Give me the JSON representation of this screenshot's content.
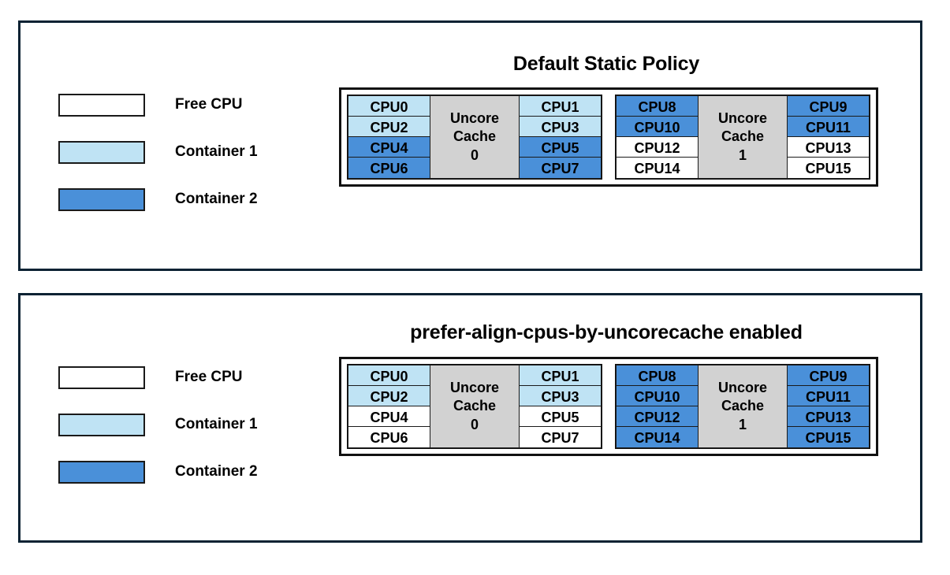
{
  "colors": {
    "free_cpu": "#ffffff",
    "container_1": "#bfe3f4",
    "container_2": "#4a90d9",
    "cache": "#d2d2d2",
    "panel_border": "#0b2233",
    "cell_border": "#1a1a1a"
  },
  "legend": {
    "items": [
      {
        "label": "Free CPU",
        "state": "free"
      },
      {
        "label": "Container 1",
        "state": "container1"
      },
      {
        "label": "Container 2",
        "state": "container2"
      }
    ]
  },
  "panels": [
    {
      "title": "Default Static Policy",
      "sockets": [
        {
          "cache_line1": "Uncore",
          "cache_line2": "Cache",
          "cache_line3": "0",
          "left_column": [
            {
              "label": "CPU0",
              "state": "container1"
            },
            {
              "label": "CPU2",
              "state": "container1"
            },
            {
              "label": "CPU4",
              "state": "container2"
            },
            {
              "label": "CPU6",
              "state": "container2"
            }
          ],
          "right_column": [
            {
              "label": "CPU1",
              "state": "container1"
            },
            {
              "label": "CPU3",
              "state": "container1"
            },
            {
              "label": "CPU5",
              "state": "container2"
            },
            {
              "label": "CPU7",
              "state": "container2"
            }
          ]
        },
        {
          "cache_line1": "Uncore",
          "cache_line2": "Cache",
          "cache_line3": "1",
          "left_column": [
            {
              "label": "CPU8",
              "state": "container2"
            },
            {
              "label": "CPU10",
              "state": "container2"
            },
            {
              "label": "CPU12",
              "state": "free"
            },
            {
              "label": "CPU14",
              "state": "free"
            }
          ],
          "right_column": [
            {
              "label": "CPU9",
              "state": "container2"
            },
            {
              "label": "CPU11",
              "state": "container2"
            },
            {
              "label": "CPU13",
              "state": "free"
            },
            {
              "label": "CPU15",
              "state": "free"
            }
          ]
        }
      ]
    },
    {
      "title": "prefer-align-cpus-by-uncorecache enabled",
      "sockets": [
        {
          "cache_line1": "Uncore",
          "cache_line2": "Cache",
          "cache_line3": "0",
          "left_column": [
            {
              "label": "CPU0",
              "state": "container1"
            },
            {
              "label": "CPU2",
              "state": "container1"
            },
            {
              "label": "CPU4",
              "state": "free"
            },
            {
              "label": "CPU6",
              "state": "free"
            }
          ],
          "right_column": [
            {
              "label": "CPU1",
              "state": "container1"
            },
            {
              "label": "CPU3",
              "state": "container1"
            },
            {
              "label": "CPU5",
              "state": "free"
            },
            {
              "label": "CPU7",
              "state": "free"
            }
          ]
        },
        {
          "cache_line1": "Uncore",
          "cache_line2": "Cache",
          "cache_line3": "1",
          "left_column": [
            {
              "label": "CPU8",
              "state": "container2"
            },
            {
              "label": "CPU10",
              "state": "container2"
            },
            {
              "label": "CPU12",
              "state": "container2"
            },
            {
              "label": "CPU14",
              "state": "container2"
            }
          ],
          "right_column": [
            {
              "label": "CPU9",
              "state": "container2"
            },
            {
              "label": "CPU11",
              "state": "container2"
            },
            {
              "label": "CPU13",
              "state": "container2"
            },
            {
              "label": "CPU15",
              "state": "container2"
            }
          ]
        }
      ]
    }
  ]
}
